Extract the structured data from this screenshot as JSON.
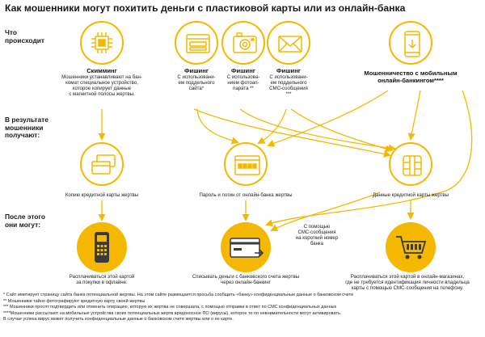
{
  "title": "Как мошенники могут похитить деньги с пластиковой карты или из онлайн-банка",
  "row_labels": {
    "what_happens": [
      "Что",
      "происходит"
    ],
    "result": [
      "В результате",
      "мошенники",
      "получают:"
    ],
    "after": [
      "После этого",
      "они могут:"
    ]
  },
  "methods": {
    "skimming": {
      "title": "Скимминг",
      "desc": [
        "Мошенники устанавливают на бан-",
        "комат специальное устройство,",
        "которое копирует данные",
        "с магнитной полосы жертвы."
      ]
    },
    "phishing_site": {
      "title": "Фишинг",
      "desc": [
        "С использовани-",
        "ем поддельного",
        "сайта*"
      ]
    },
    "phishing_camera": {
      "title": "Фишинг",
      "desc": [
        "С использова-",
        "нием фотоап-",
        "парата **"
      ]
    },
    "phishing_sms": {
      "title": "Фишинг",
      "desc": [
        "С использовани-",
        "ем поддельного",
        "СМС-сообщения",
        "***"
      ]
    },
    "mobile_banking": {
      "title": [
        "Мошенничество с мобильным",
        "онлайн-банкингом****"
      ]
    }
  },
  "results": {
    "card_copy": "Копию кредитной карты жертвы",
    "login": "Пароль и логин от онлайн-банка жертвы",
    "card_data": "Данные кредитной карты жертвы"
  },
  "actions": {
    "offline": [
      "Расплачиваться этой картой",
      "за покупки в офлайне."
    ],
    "transfer": [
      "Списывать деньги с банковского счета жертвы",
      "через онлайн-банкинг"
    ],
    "sms_note": [
      "С помощью",
      "СМС-сообщения",
      "на короткий номер",
      "банка"
    ],
    "online_shops": [
      "Расплачиваться этой картой в онлайн-магазинах,",
      "где не требуется идентификация личности владельца",
      "карты с помощью СМС-сообщения на телефону."
    ]
  },
  "footnotes": [
    "* Сайт имитирует страницу сайта банка потенциальной жертвы. На этом сайте размещается просьба сообщить «банку» конфиденциальные данные о банковском счете",
    "** Мошенники тайно фотографируют кредитную карту своей жертвы",
    "*** Мошенники просят подтвердить или отменить операцию, которую их жертва не совершала, с помощью отправки в ответ по СМС конфиденциальных данных",
    "****Мошенники рассылают на мобильные устройства своих потенциальных жертв вредоносное ПО (вирусы), которое то по невнимательности могут активировать.",
    "В случае успеха вирус может получить конфиденциальные данные о банковском счете жертвы или о ее карте."
  ],
  "colors": {
    "accent": "#f5b800",
    "arrow": "#f5b800",
    "text": "#1a1a1a"
  }
}
